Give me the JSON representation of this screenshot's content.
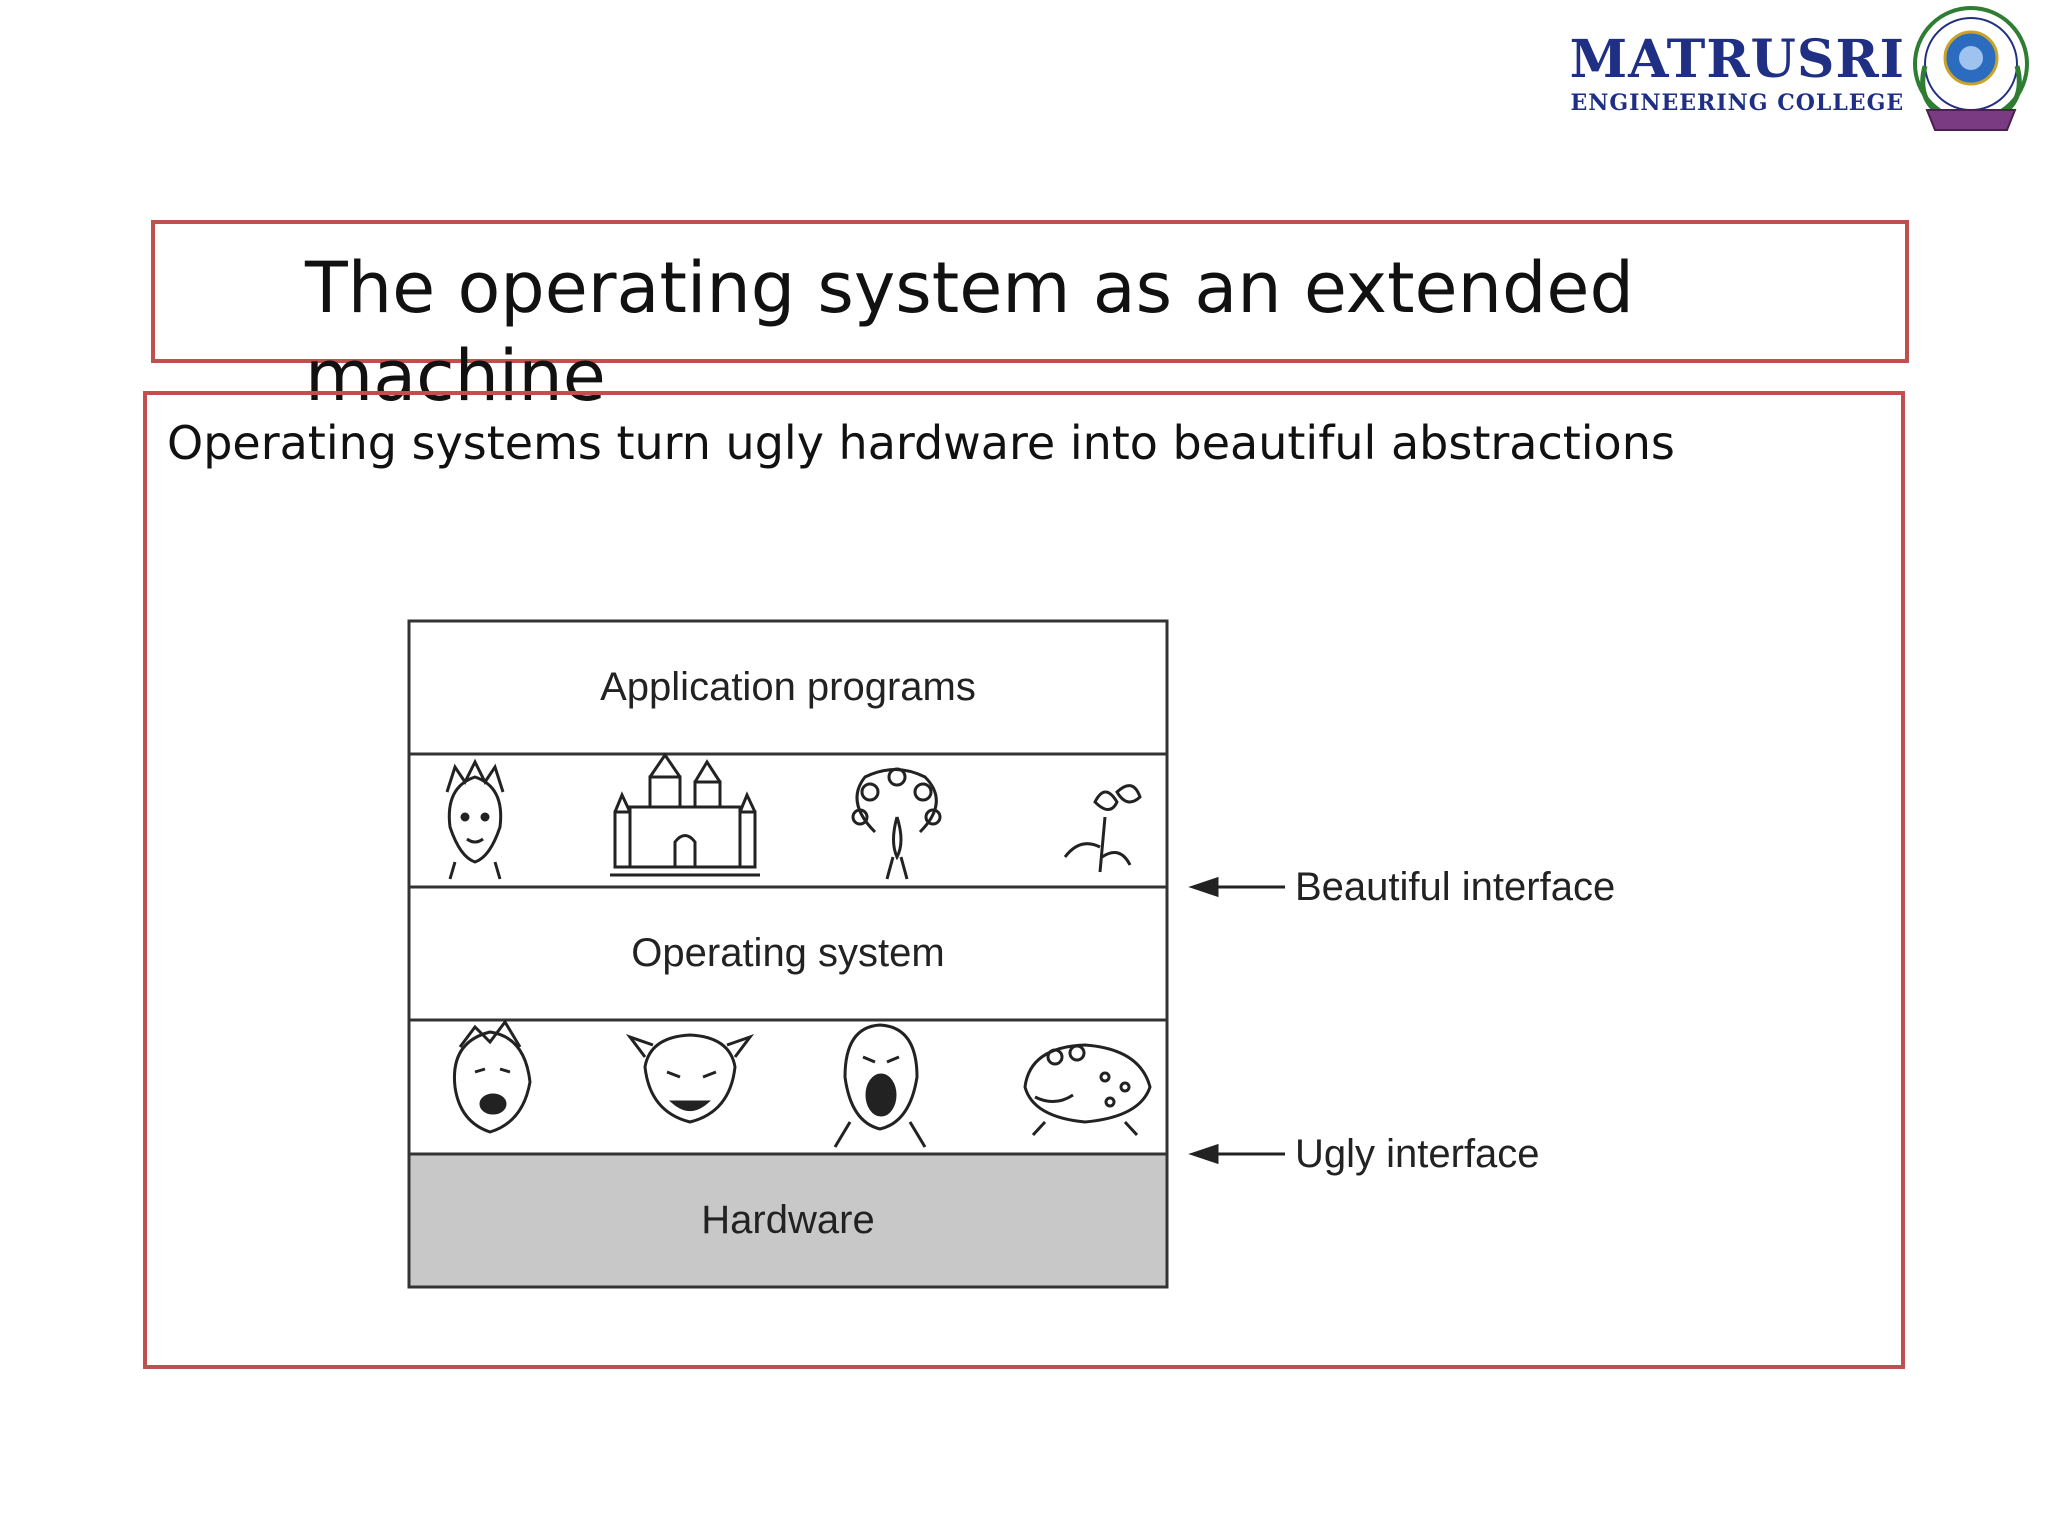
{
  "logo": {
    "name": "MATRUSRI",
    "subtitle": "ENGINEERING COLLEGE",
    "brand_color": "#1f2f83"
  },
  "slide": {
    "title": "The operating system as an extended machine",
    "lead": "Operating systems turn ugly hardware into beautiful abstractions",
    "frame_color": "#c0504d"
  },
  "diagram": {
    "layers": {
      "application_programs": "Application programs",
      "operating_system": "Operating system",
      "hardware": "Hardware"
    },
    "beautiful_pictures": [
      "queen-figure",
      "castle",
      "peacock",
      "flower"
    ],
    "ugly_pictures": [
      "yelling-man",
      "snarling-dog",
      "screaming-man",
      "toad"
    ],
    "arrows": {
      "beautiful": "Beautiful interface",
      "ugly": "Ugly interface"
    },
    "hardware_fill": "#c8c8c8"
  }
}
